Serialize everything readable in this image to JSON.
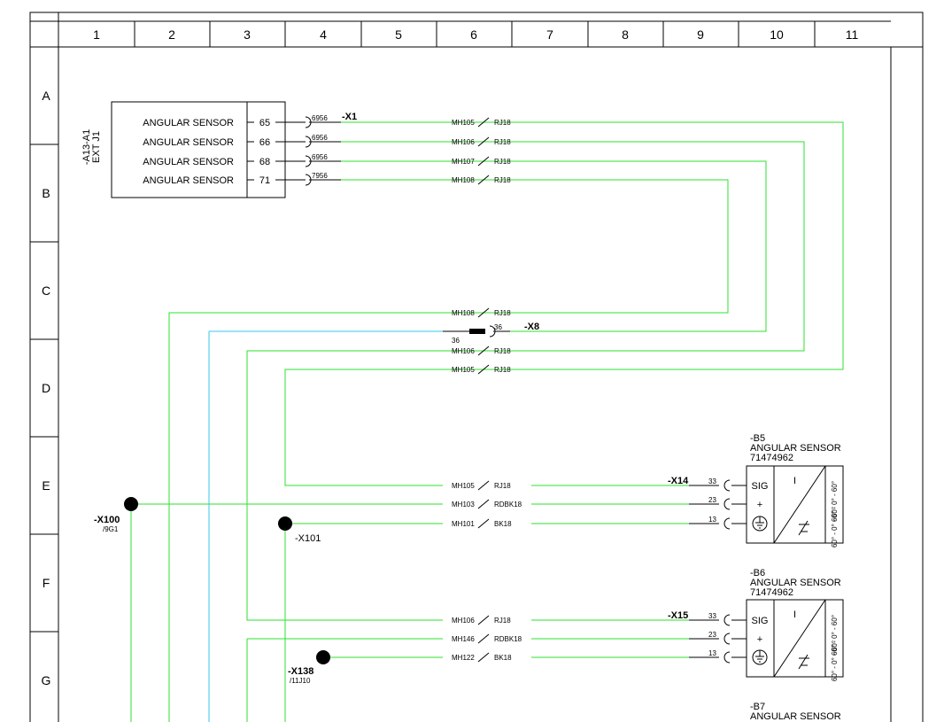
{
  "columns": [
    "1",
    "2",
    "3",
    "4",
    "5",
    "6",
    "7",
    "8",
    "9",
    "10",
    "11"
  ],
  "rows": [
    "A",
    "B",
    "C",
    "D",
    "E",
    "F",
    "G"
  ],
  "module": {
    "ref_line1": "-A13-A1",
    "ref_line2": "EXT J1",
    "rows": [
      {
        "label": "ANGULAR SENSOR",
        "pin": "65",
        "conn": "6956"
      },
      {
        "label": "ANGULAR SENSOR",
        "pin": "66",
        "conn": "6956"
      },
      {
        "label": "ANGULAR SENSOR",
        "pin": "68",
        "conn": "6956"
      },
      {
        "label": "ANGULAR SENSOR",
        "pin": "71",
        "conn": "7956"
      }
    ]
  },
  "connectors": {
    "x1": "-X1",
    "x8": "-X8",
    "x8_pin_left": "36",
    "x8_pin_right": "36",
    "x14": "-X14",
    "x15": "-X15",
    "x100": "-X100",
    "x100_ref": "/9G1",
    "x101": "-X101",
    "x138": "-X138",
    "x138_ref": "/11J10"
  },
  "wires_top": [
    {
      "wire": "MH105",
      "color": "RJ18"
    },
    {
      "wire": "MH106",
      "color": "RJ18"
    },
    {
      "wire": "MH107",
      "color": "RJ18"
    },
    {
      "wire": "MH108",
      "color": "RJ18"
    }
  ],
  "wires_mid": [
    {
      "wire": "MH108",
      "color": "RJ18"
    },
    {
      "wire": "MH106",
      "color": "RJ18"
    },
    {
      "wire": "MH105",
      "color": "RJ18"
    }
  ],
  "wires_e": [
    {
      "wire": "MH105",
      "color": "RJ18",
      "pin": "33"
    },
    {
      "wire": "MH103",
      "color": "RDBK18",
      "pin": "23"
    },
    {
      "wire": "MH101",
      "color": "BK18",
      "pin": "13"
    }
  ],
  "wires_f": [
    {
      "wire": "MH106",
      "color": "RJ18",
      "pin": "33"
    },
    {
      "wire": "MH146",
      "color": "RDBK18",
      "pin": "23"
    },
    {
      "wire": "MH122",
      "color": "BK18",
      "pin": "13"
    }
  ],
  "sensors": [
    {
      "ref": "-B5",
      "name": "ANGULAR SENSOR",
      "part": "71474962",
      "sig": "SIG",
      "plus": "+",
      "i": "I",
      "range_top": "60° - 0° - 60°",
      "range_bottom": "60° - 0° - 60°"
    },
    {
      "ref": "-B6",
      "name": "ANGULAR SENSOR",
      "part": "71474962",
      "sig": "SIG",
      "plus": "+",
      "i": "I",
      "range_top": "60° - 0° - 60°",
      "range_bottom": "60° - 0° - 60°"
    },
    {
      "ref": "-B7",
      "name": "ANGULAR SENSOR"
    }
  ]
}
